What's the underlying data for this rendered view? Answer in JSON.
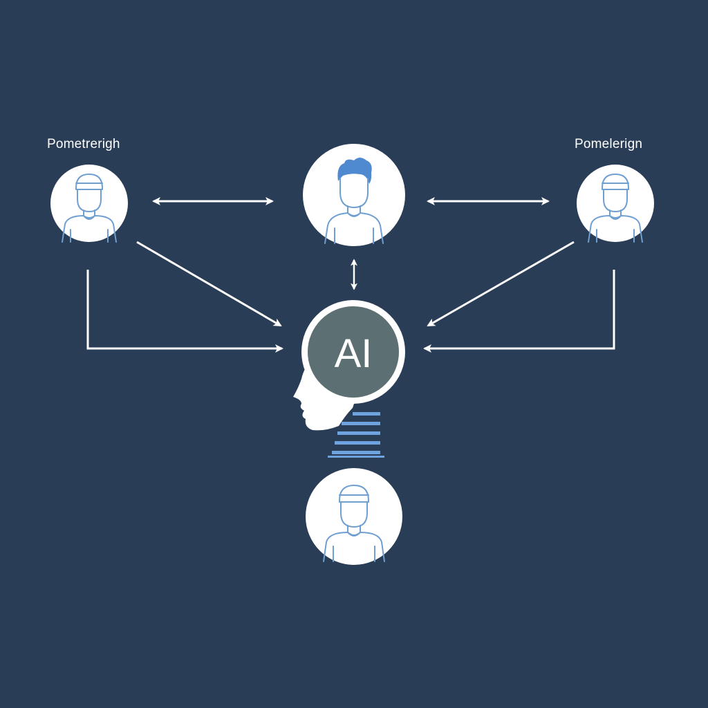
{
  "diagram": {
    "labels": {
      "left_person": "Pometrerigh",
      "right_person": "Pomelerign",
      "hub": "AI"
    },
    "nodes": [
      {
        "id": "person-left",
        "icon": "person-icon"
      },
      {
        "id": "person-top",
        "icon": "person-icon"
      },
      {
        "id": "person-right",
        "icon": "person-icon"
      },
      {
        "id": "person-bottom",
        "icon": "person-icon"
      },
      {
        "id": "ai-hub",
        "icon": "ai-head-icon"
      }
    ],
    "edges": [
      {
        "from": "person-left",
        "to": "person-top",
        "direction": "both"
      },
      {
        "from": "person-top",
        "to": "person-right",
        "direction": "both"
      },
      {
        "from": "person-top",
        "to": "ai-hub",
        "direction": "both"
      },
      {
        "from": "person-left",
        "to": "ai-hub",
        "direction": "forward"
      },
      {
        "from": "person-left",
        "to": "ai-hub",
        "direction": "forward",
        "route": "elbow"
      },
      {
        "from": "person-right",
        "to": "ai-hub",
        "direction": "forward"
      },
      {
        "from": "person-right",
        "to": "ai-hub",
        "direction": "forward",
        "route": "elbow"
      }
    ],
    "colors": {
      "background": "#2a3d56",
      "node_fill": "#ffffff",
      "person_line": "#6f9fd1",
      "person_hair": "#4f8ad0",
      "hub_fill": "#5c6f72",
      "hub_stripes": "#6fa3e0",
      "arrow": "#ffffff"
    }
  }
}
